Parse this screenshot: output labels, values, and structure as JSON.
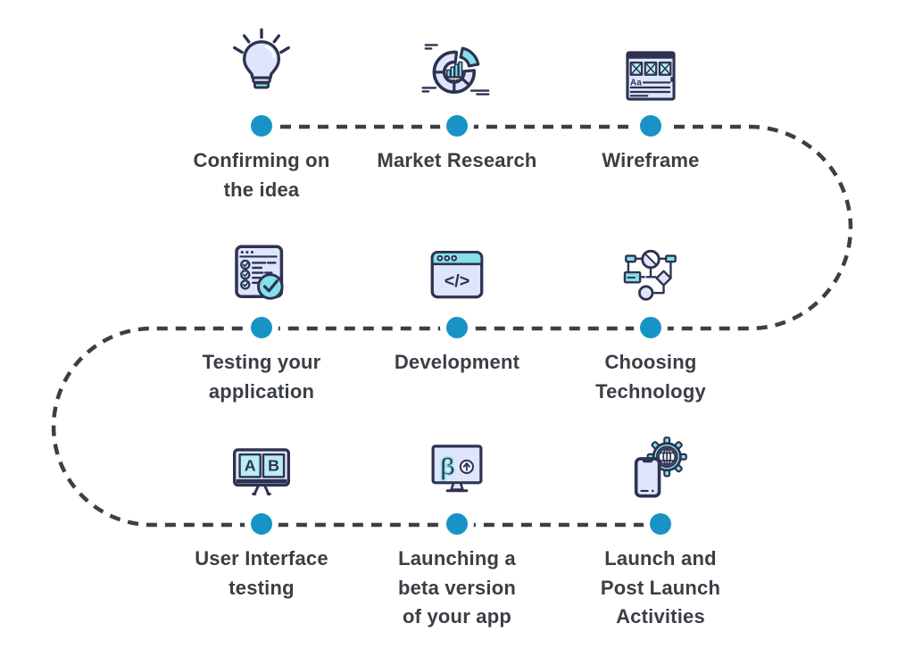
{
  "diagram": {
    "colors": {
      "dot": "#1794c5",
      "dash": "#3b4046",
      "text": "#3a3e45",
      "outline": "#2d3250",
      "lavender": "#dfe5fb",
      "cyan": "#86dfe9",
      "cyan_light": "#b9edf3",
      "background": "#ffffff"
    },
    "steps": [
      {
        "label": "Confirming on\nthe idea",
        "icon": "lightbulb-icon"
      },
      {
        "label": "Market Research",
        "icon": "market-research-chart-icon"
      },
      {
        "label": "Wireframe",
        "icon": "wireframe-icon",
        "glyphs": [
          "Aa"
        ]
      },
      {
        "label": "Testing your\napplication",
        "icon": "checklist-icon"
      },
      {
        "label": "Development",
        "icon": "code-window-icon",
        "glyphs": [
          "</>"
        ]
      },
      {
        "label": "Choosing\nTechnology",
        "icon": "flowchart-icon"
      },
      {
        "label": "User Interface\ntesting",
        "icon": "ab-test-monitor-icon",
        "glyphs": [
          "A",
          "B"
        ]
      },
      {
        "label": "Launching a\nbeta version\nof your app",
        "icon": "beta-monitor-icon",
        "glyphs": [
          "β"
        ]
      },
      {
        "label": "Launch and\nPost Launch\nActivities",
        "icon": "phone-globe-gear-icon"
      }
    ]
  }
}
